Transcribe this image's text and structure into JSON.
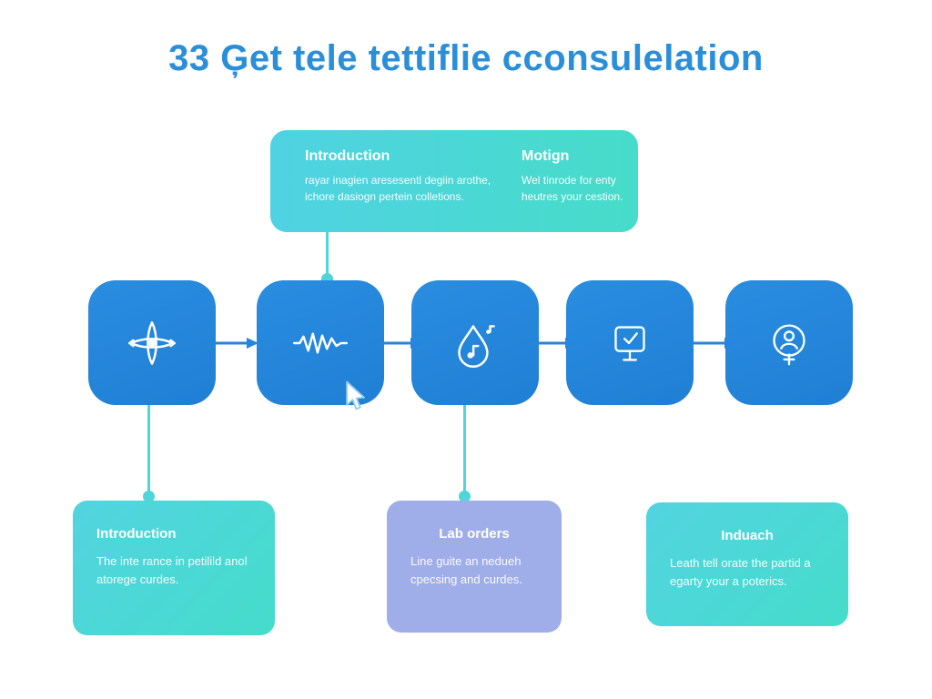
{
  "title": "33 Ģet tele tettiflie cconsulelation",
  "colors": {
    "title_blue": "#2a8fd8",
    "step_blue": "#2486dc",
    "teal": "#4dd7da",
    "periwinkle": "#9fade9"
  },
  "top_callout": {
    "columns": [
      {
        "heading": "Introduction",
        "body": "rayar inagien aresesentl degiin arothe, ichore dasiogn pertein colletions."
      },
      {
        "heading": "Motign",
        "body": "Wel tinrode for enty heutres your cestion."
      }
    ]
  },
  "steps": [
    {
      "icon": "compass-navigation-icon"
    },
    {
      "icon": "waveform-icon"
    },
    {
      "icon": "fluid-drop-note-icon"
    },
    {
      "icon": "monitor-check-icon"
    },
    {
      "icon": "medical-person-icon"
    }
  ],
  "bottom_callouts": [
    {
      "heading": "Introduction",
      "body": "The inte rance in petilild anol atorege curdes.",
      "variant": "teal"
    },
    {
      "heading": "Lab orders",
      "body": "Line guite an nedueh cpecsing and curdes.",
      "variant": "periwinkle"
    },
    {
      "heading": "Induach",
      "body": "Leath tell orate the partid a egarty your a poterics.",
      "variant": "teal"
    }
  ]
}
